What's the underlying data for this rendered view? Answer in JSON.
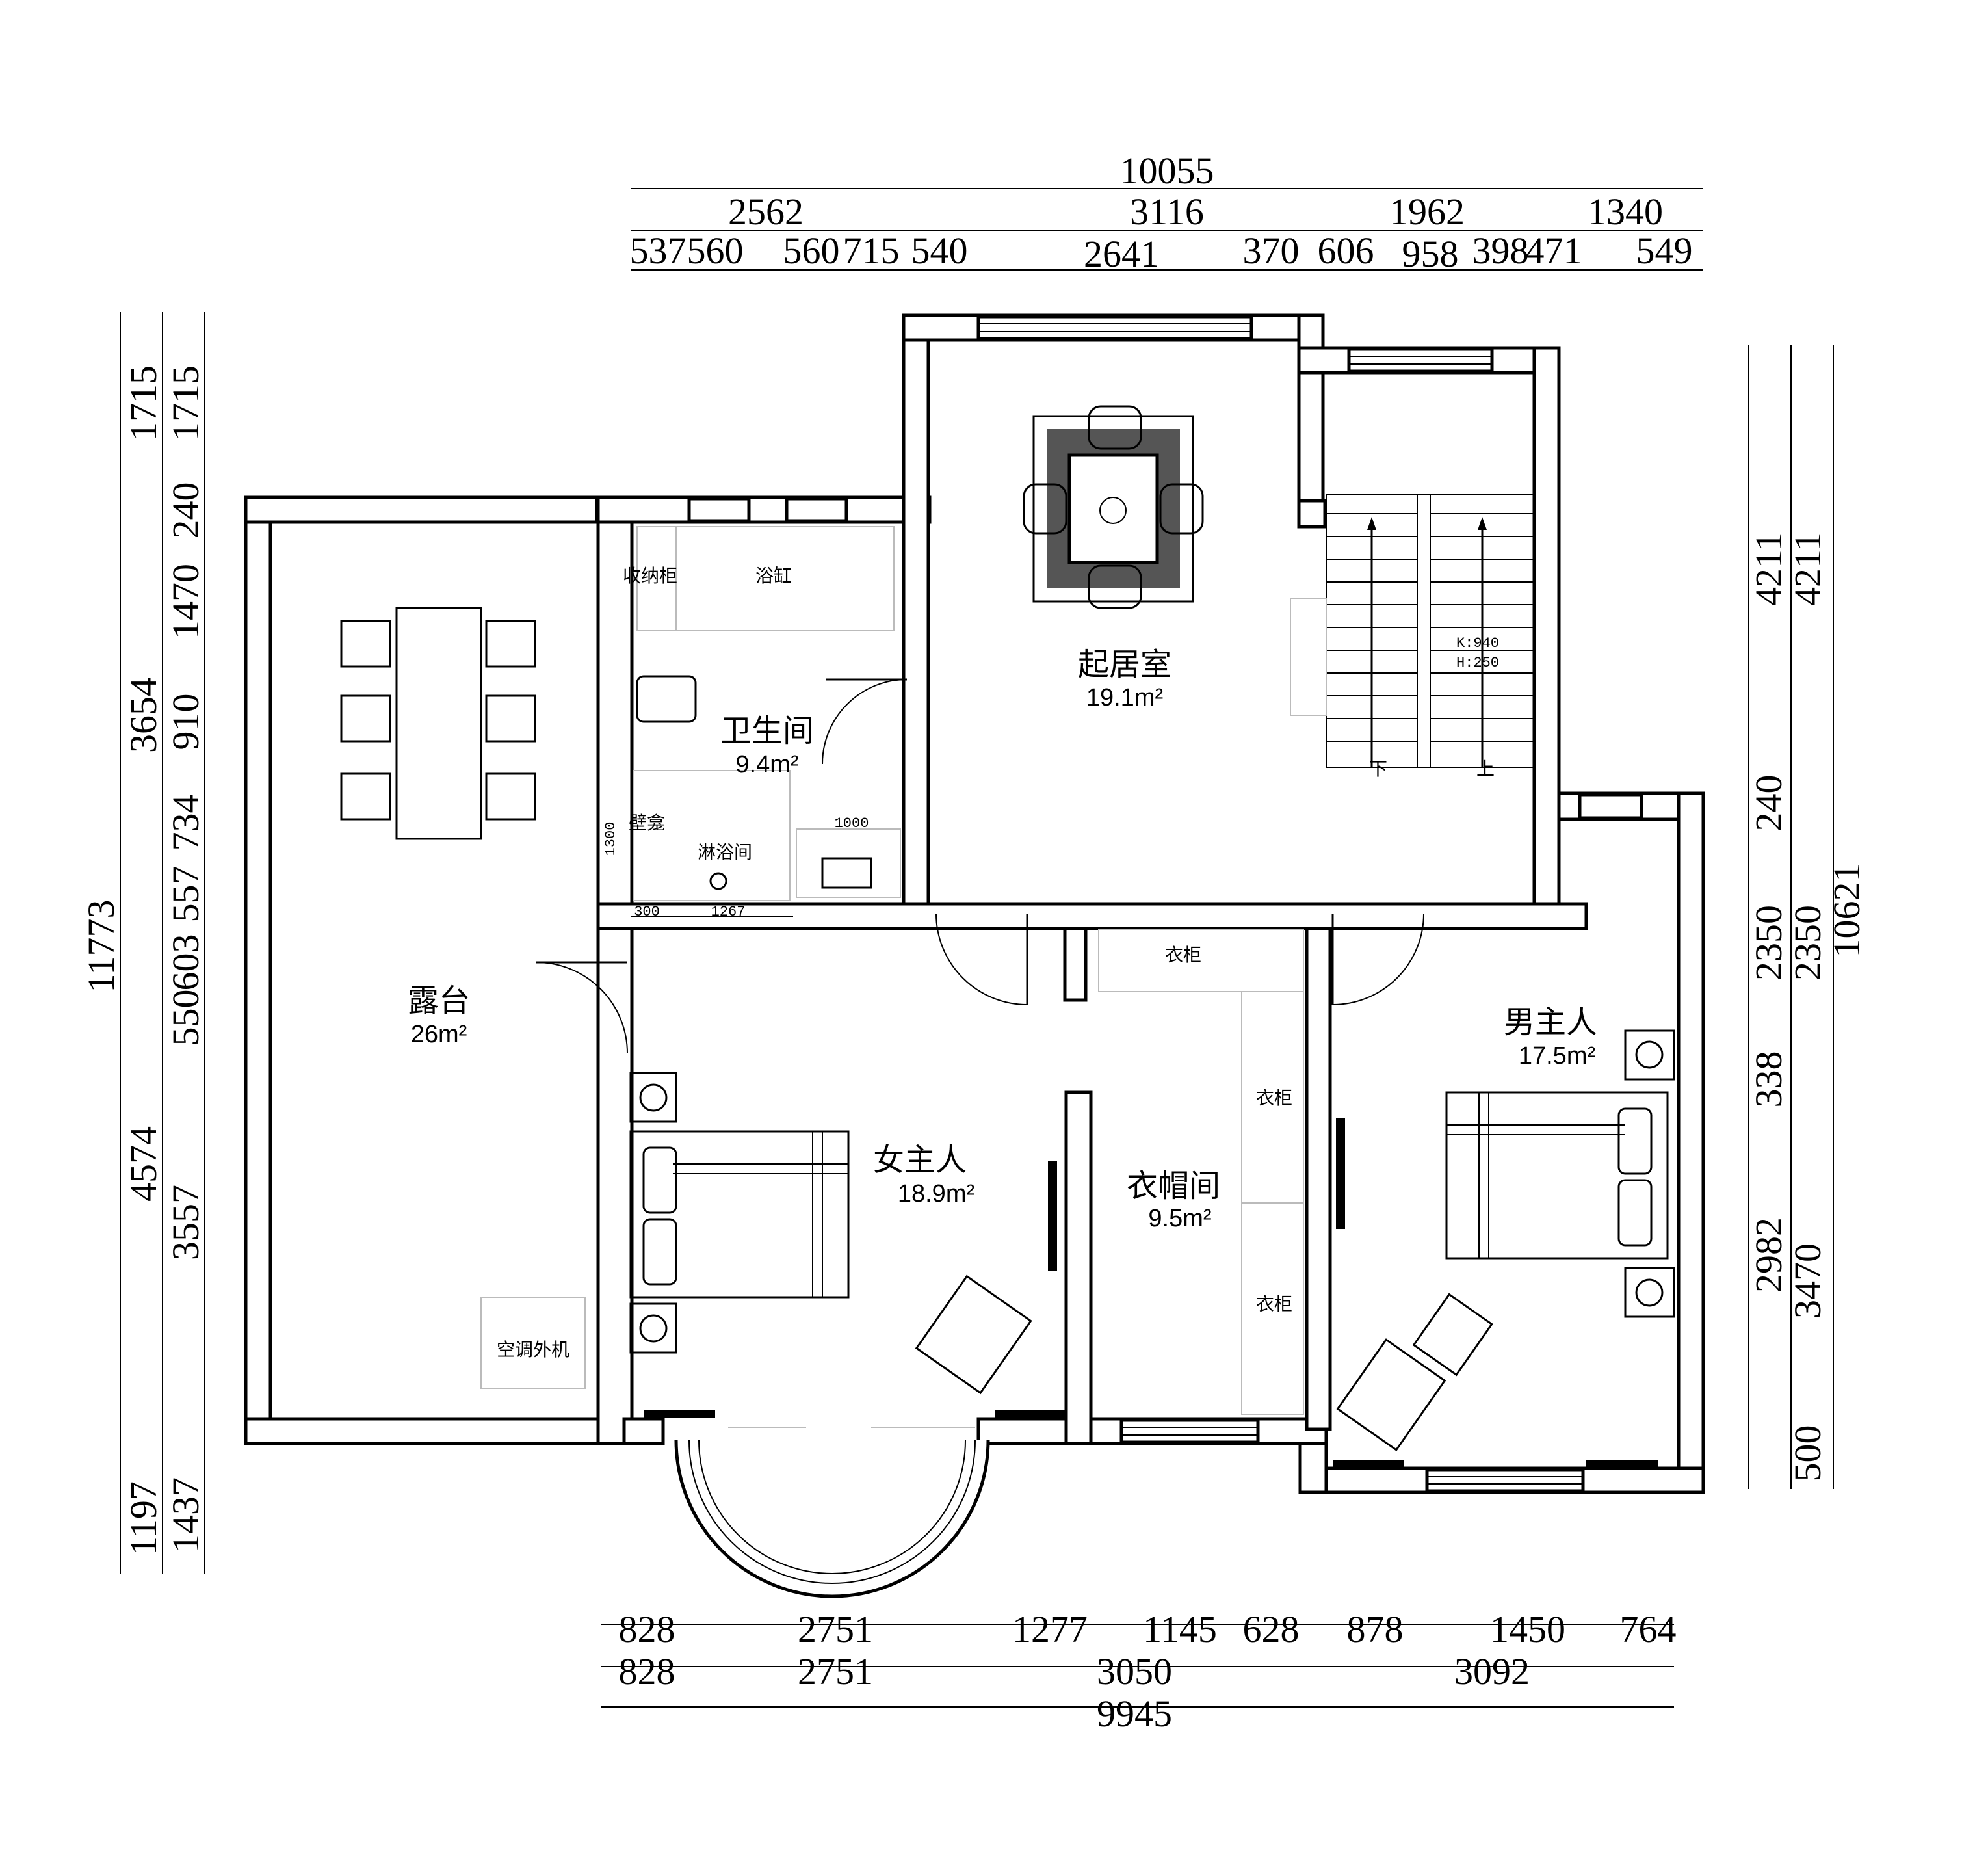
{
  "dimensions": {
    "top_total": "10055",
    "top_row2": [
      "2562",
      "3116",
      "1962",
      "1340"
    ],
    "top_row3": [
      "537",
      "560",
      "560",
      "715",
      "540",
      "2641",
      "370",
      "606",
      "958",
      "398",
      "471",
      "549"
    ],
    "bottom_row1": [
      "828",
      "2751",
      "1277",
      "1145",
      "628",
      "878",
      "1450",
      "764"
    ],
    "bottom_row2": [
      "828",
      "2751",
      "3050",
      "3092"
    ],
    "bottom_total": "9945",
    "left_total": "11773",
    "left_outer": [
      "3654",
      "4574",
      "1197"
    ],
    "left_inner": [
      "1715",
      "240",
      "1470",
      "910",
      "734",
      "557",
      "603",
      "550",
      "3557",
      "1437"
    ],
    "left_inner_top": "1715",
    "right_inner": [
      "4211",
      "240",
      "2350",
      "338",
      "2982",
      "500"
    ],
    "right_mid": [
      "4211",
      "2350",
      "3470"
    ],
    "right_total": "10621"
  },
  "rooms": {
    "living": {
      "name": "起居室",
      "area": "19.1m²"
    },
    "bathroom": {
      "name": "卫生间",
      "area": "9.4m²"
    },
    "terrace": {
      "name": "露台",
      "area": "26m²"
    },
    "hostess": {
      "name": "女主人",
      "area": "18.9m²"
    },
    "cloakroom": {
      "name": "衣帽间",
      "area": "9.5m²"
    },
    "host": {
      "name": "男主人",
      "area": "17.5m²"
    }
  },
  "labels": {
    "storage_cabinet": "收纳柜",
    "bathtub": "浴缸",
    "niche": "壁龛",
    "shower": "淋浴间",
    "wardrobe_top": "衣柜",
    "wardrobe_mid1": "衣柜",
    "wardrobe_mid2": "衣柜",
    "ac_unit": "空调外机",
    "stair_k": "K:940",
    "stair_h": "H:250",
    "stair_down": "下",
    "stair_up": "上",
    "dim_1000": "1000",
    "dim_1300": "1300",
    "dim_300": "300",
    "dim_1267": "1267"
  }
}
